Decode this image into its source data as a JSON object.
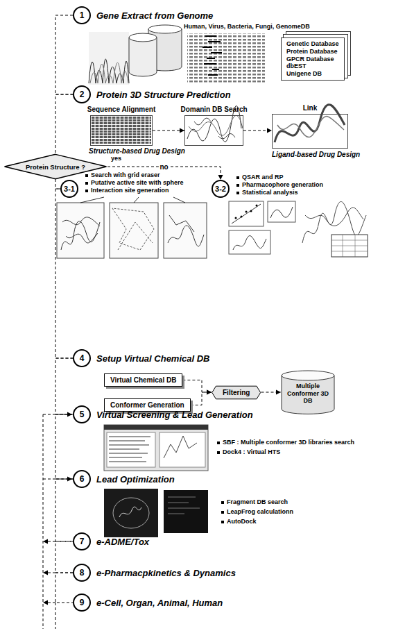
{
  "diagram": {
    "nodes": [
      {
        "text": [
          "1",
          "Gene Extract from Genome"
        ]
      },
      {
        "text": [
          "Genetic Database",
          "Protein Database",
          "GPCR Database",
          "dbEST",
          "Unigene DB"
        ]
      },
      {
        "text": [
          "2",
          "Protein 3D Structure Prediction"
        ]
      },
      {
        "text": [
          "Sequence Alignment"
        ]
      },
      {
        "text": [
          "Domanin DB Search"
        ]
      },
      {
        "text": [
          "Link"
        ]
      },
      {
        "text": [
          "Protein Structure ?"
        ]
      },
      {
        "text": [
          "3-1"
        ]
      },
      {
        "text": [
          "3-2"
        ]
      },
      {
        "text": [
          "4",
          "Setup Virtual Chemical DB"
        ]
      },
      {
        "text": [
          "Virtual Chemical DB"
        ]
      },
      {
        "text": [
          "Conformer Generation"
        ]
      },
      {
        "text": [
          "Filtering"
        ]
      },
      {
        "text": [
          "Multiple Conformer 3D DB"
        ]
      },
      {
        "text": [
          "5",
          "Virtual Screening & Lead Generation"
        ]
      },
      {
        "text": [
          "6",
          "Lead Optimization"
        ]
      },
      {
        "text": [
          "7",
          "e-ADME/Tox"
        ]
      },
      {
        "text": [
          "8",
          "e-Pharmacpkinetics & Dynamics"
        ]
      },
      {
        "text": [
          "9",
          "e-Cell, Organ, Animal, Human"
        ]
      }
    ],
    "edges": [
      {
        "from": 0,
        "to": 2,
        "arrow": "none"
      },
      {
        "from": 2,
        "to": 6,
        "arrow": "none"
      },
      {
        "from": 6,
        "to": 7,
        "arrow": "none"
      },
      {
        "from": 6,
        "to": 8,
        "arrow": "to",
        "label": "no"
      },
      {
        "from": 7,
        "to": 9,
        "arrow": "none"
      },
      {
        "from": 9,
        "to": 14,
        "arrow": "none"
      },
      {
        "from": 14,
        "to": 15,
        "arrow": "none"
      },
      {
        "from": 15,
        "to": 16,
        "arrow": "none"
      },
      {
        "from": 16,
        "to": 17,
        "arrow": "none"
      },
      {
        "from": 17,
        "to": 18,
        "arrow": "none"
      },
      {
        "from": 3,
        "to": 4,
        "arrow": "to"
      },
      {
        "from": 4,
        "to": 5,
        "arrow": "to"
      },
      {
        "from": 10,
        "to": 12,
        "arrow": "to"
      },
      {
        "from": 11,
        "to": 12,
        "arrow": "to"
      },
      {
        "from": 12,
        "to": 13,
        "arrow": "to"
      }
    ],
    "labels": [
      "Human, Virus, Bacteria, Fungi, GenomeDB",
      "Structure-based Drug Design",
      "Ligand-based Drug Design",
      "yes",
      "Search with grid eraser",
      "Putative active site with sphere",
      "Interaction site generation",
      "QSAR and RP",
      "Pharmacophore generation",
      "Statistical analysis",
      "SBF : Multiple conformer 3D libraries search",
      "Dock4 : Virtual HTS",
      "Fragment DB search",
      "LeapFrog calculationn",
      "AutoDock"
    ]
  }
}
